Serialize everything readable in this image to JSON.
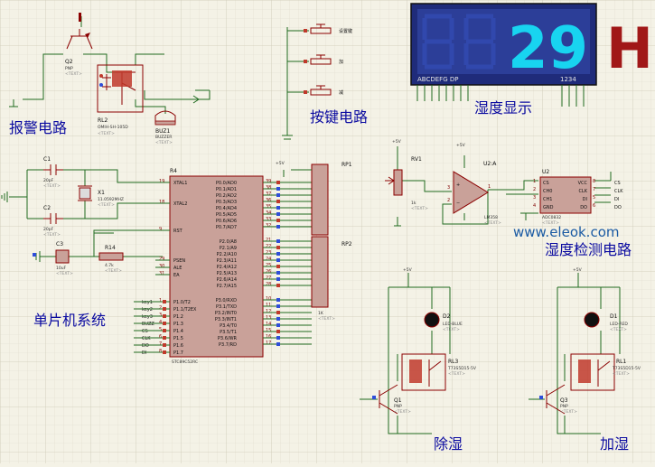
{
  "labels": {
    "alarm": "报警电路",
    "buttons": "按键电路",
    "display": "湿度显示",
    "mcu": "单片机系统",
    "detect": "湿度检测电路",
    "dehumid": "除湿",
    "humid": "加湿",
    "watermark": "www.eleok.com"
  },
  "display": {
    "value": "29",
    "bottom_left": "ABCDEFG DP",
    "bottom_right": "1234",
    "side_letter": "H"
  },
  "components": {
    "q2": {
      "ref": "Q2",
      "type": "PNP",
      "text": "<TEXT>"
    },
    "rl2": {
      "ref": "RL2",
      "part": "OMIH-SH-105D",
      "text": "<TEXT>"
    },
    "buz1": {
      "ref": "BUZ1",
      "part": "BUZZER",
      "text": "<TEXT>"
    },
    "c1": {
      "ref": "C1",
      "value": "20pF",
      "text": "<TEXT>"
    },
    "c2": {
      "ref": "C2",
      "value": "20pF",
      "text": "<TEXT>"
    },
    "c3": {
      "ref": "C3",
      "value": "10uF",
      "text": "<TEXT>"
    },
    "x1": {
      "ref": "X1",
      "value": "11.0592MHZ",
      "text": "<TEXT>"
    },
    "r14": {
      "ref": "R14",
      "value": "4.7k",
      "text": "<TEXT>"
    },
    "u1": {
      "ref": "R4",
      "part": "STC89C52RC"
    },
    "rp1": {
      "ref": "RP1"
    },
    "rp2": {
      "ref": "RP2",
      "value": "1K",
      "text": "<TEXT>"
    },
    "rv1": {
      "ref": "RV1",
      "value": "1k",
      "text": "<TEXT>"
    },
    "u2a": {
      "ref": "U2:A",
      "part": "LM358",
      "text": "<TEXT>"
    },
    "u2": {
      "ref": "U2",
      "part": "ADC0832",
      "text": "<TEXT>"
    },
    "d2": {
      "ref": "D2",
      "part": "LED-BLUE",
      "text": "<TEXT>"
    },
    "d1": {
      "ref": "D1",
      "part": "LED-RED",
      "text": "<TEXT>"
    },
    "rl3": {
      "ref": "RL3",
      "part": "T73S5D15-5V",
      "text": "<TEXT>"
    },
    "rl1": {
      "ref": "RL1",
      "part": "T73S5D15-5V",
      "text": "<TEXT>"
    },
    "q1": {
      "ref": "Q1",
      "type": "PNP",
      "text": "<TEXT>"
    },
    "q3": {
      "ref": "Q3",
      "type": "PNP",
      "text": "<TEXT>"
    }
  },
  "supply": {
    "v5": "+5V"
  },
  "buttons": [
    "设置键",
    "加",
    "减"
  ],
  "mcu_left_pins": [
    "XTAL1",
    "XTAL2",
    "RST",
    "PSEN",
    "ALE",
    "EA",
    "P1.0/T2",
    "P1.1/T2EX",
    "P1.2",
    "P1.3",
    "P1.4",
    "P1.5",
    "P1.6",
    "P1.7"
  ],
  "mcu_left_nums": [
    "19",
    "18",
    "9",
    "29",
    "30",
    "31",
    "1",
    "2",
    "3",
    "4",
    "5",
    "6",
    "7",
    "8"
  ],
  "mcu_right_pins": [
    "P0.0/AD0",
    "P0.1/AD1",
    "P0.2/AD2",
    "P0.3/AD3",
    "P0.4/AD4",
    "P0.5/AD5",
    "P0.6/AD6",
    "P0.7/AD7",
    "P2.0/A8",
    "P2.1/A9",
    "P2.2/A10",
    "P2.3/A11",
    "P2.4/A12",
    "P2.5/A13",
    "P2.6/A14",
    "P2.7/A15",
    "P3.0/RXD",
    "P3.1/TXD",
    "P3.2/INT0",
    "P3.3/INT1",
    "P3.4/T0",
    "P3.5/T1",
    "P3.6/WR",
    "P3.7/RD"
  ],
  "mcu_right_nums": [
    "39",
    "38",
    "37",
    "36",
    "35",
    "34",
    "33",
    "32",
    "21",
    "22",
    "23",
    "24",
    "25",
    "26",
    "27",
    "28",
    "10",
    "11",
    "12",
    "13",
    "14",
    "15",
    "16",
    "17"
  ],
  "port_net_labels": [
    "key1",
    "key2",
    "key3",
    "BUZZ",
    "CS",
    "CLK",
    "DO",
    "DI"
  ],
  "adc_left_pins": [
    "CS",
    "CH0",
    "CH1",
    "GND"
  ],
  "adc_right_pins": [
    "VCC",
    "CLK",
    "DI",
    "DO"
  ],
  "adc_left_nums": [
    "1",
    "2",
    "3",
    "4"
  ],
  "adc_right_nums": [
    "8",
    "7",
    "5",
    "6"
  ],
  "adc_nets": [
    "CS",
    "CLK",
    "DI",
    "DO"
  ],
  "opamp_pins": [
    "3",
    "2",
    "1"
  ]
}
